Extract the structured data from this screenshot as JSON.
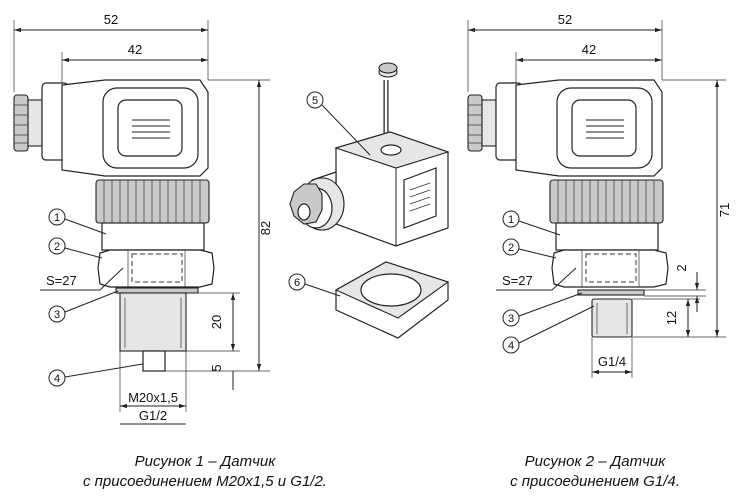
{
  "figure1": {
    "dims": {
      "width_overall": "52",
      "width_body": "42",
      "height_overall": "82",
      "thread_length": "20",
      "tip_length": "5",
      "hex": "S=27",
      "thread": "M20x1,5",
      "thread_alt": "G1/2"
    },
    "callouts": [
      "1",
      "2",
      "3",
      "4"
    ],
    "caption_line1": "Рисунок 1  –  Датчик",
    "caption_line2": "с присоединением M20x1,5 и G1/2."
  },
  "connector_view": {
    "callouts": [
      "5",
      "6"
    ]
  },
  "figure2": {
    "dims": {
      "width_overall": "52",
      "width_body": "42",
      "height_overall": "71",
      "gap": "2",
      "thread_length": "12",
      "hex": "S=27",
      "thread": "G1/4"
    },
    "callouts": [
      "1",
      "2",
      "3",
      "4"
    ],
    "caption_line1": "Рисунок 2  –  Датчик",
    "caption_line2": "с присоединением G1/4."
  }
}
